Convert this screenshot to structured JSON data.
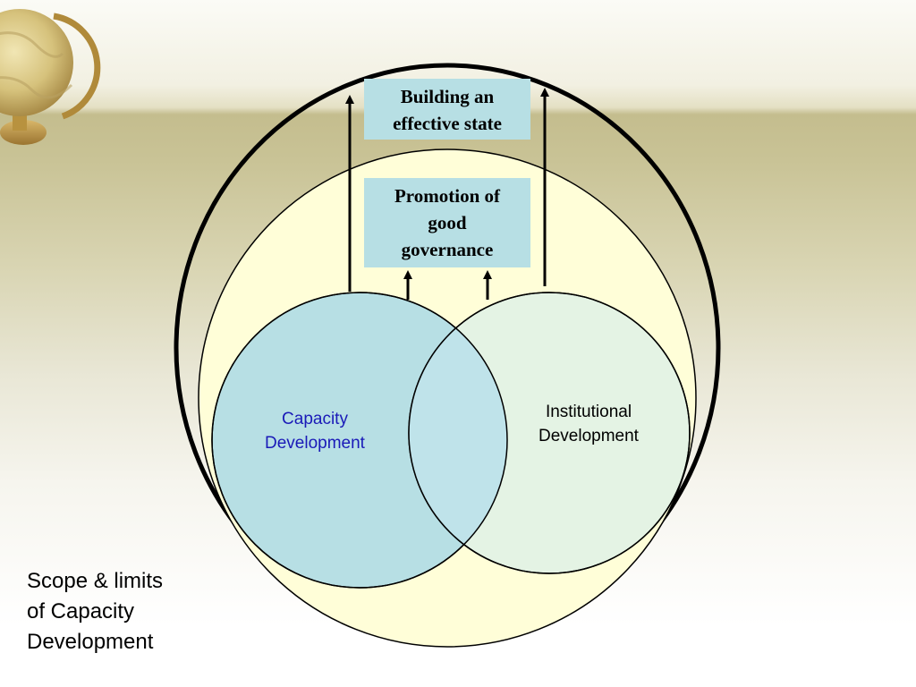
{
  "slide": {
    "title_lines": [
      "Scope & limits",
      "of Capacity",
      "Development"
    ]
  },
  "diagram": {
    "top_box_lines": [
      "Building an",
      "effective state"
    ],
    "middle_box_lines": [
      "Promotion of",
      "good",
      "governance"
    ],
    "left_circle_lines": [
      "Capacity",
      "Development"
    ],
    "right_circle_lines": [
      "Institutional",
      "Development"
    ]
  },
  "colors": {
    "box_fill": "#b7dfe4",
    "inner_circle_fill": "#fffed8",
    "left_circle_fill": "#b7dfe4",
    "right_circle_fill": "#e2f2e4",
    "capacity_text": "#1a1ab8"
  },
  "icons": {
    "corner_decoration": "globe-icon"
  }
}
